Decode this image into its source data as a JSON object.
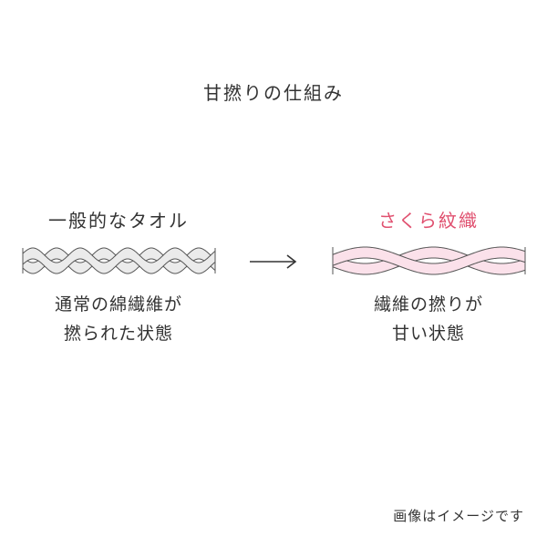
{
  "title": "甘撚りの仕組み",
  "left": {
    "heading": "一般的なタオル",
    "caption_line1": "通常の綿繊維が",
    "caption_line2": "撚られた状態",
    "fill": "#ebebeb",
    "stroke": "#555555"
  },
  "right": {
    "heading": "さくら紋織",
    "caption_line1": "繊維の撚りが",
    "caption_line2": "甘い状態",
    "fill": "#fbe1ea",
    "stroke": "#555555",
    "accent": "#e0506f"
  },
  "note": "画像はイメージです",
  "icons": {
    "arrow": "right-arrow-icon"
  }
}
